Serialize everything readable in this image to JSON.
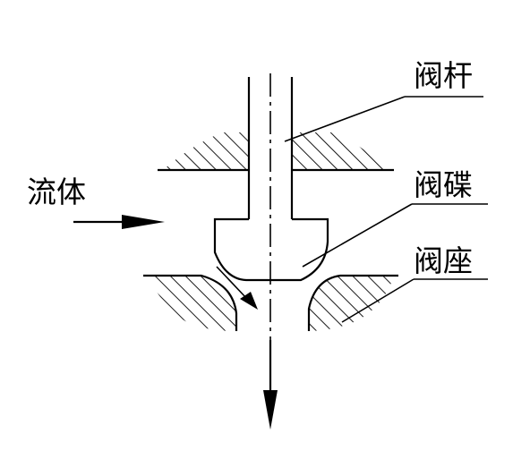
{
  "labels": {
    "stem": "阀杆",
    "disc": "阀碟",
    "seat": "阀座",
    "fluid": "流体"
  },
  "colors": {
    "line": "#000000",
    "background": "#ffffff"
  }
}
